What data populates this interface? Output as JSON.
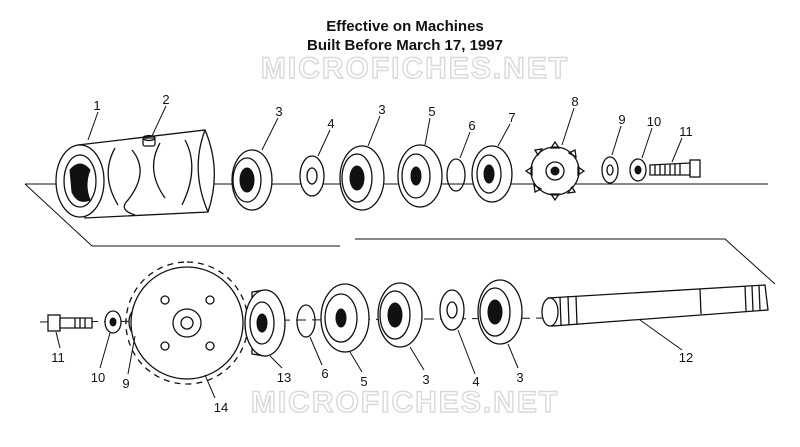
{
  "title": {
    "line1": "Effective on Machines",
    "line2": "Built Before March 17, 1997"
  },
  "watermark": {
    "text": "MICROFICHES.NET"
  },
  "callouts": {
    "top": [
      "1",
      "2",
      "3",
      "4",
      "3",
      "5",
      "6",
      "7",
      "8",
      "9",
      "10",
      "11"
    ],
    "bottom": [
      "11",
      "10",
      "9",
      "14",
      "13",
      "6",
      "5",
      "3",
      "4",
      "3",
      "12"
    ]
  }
}
